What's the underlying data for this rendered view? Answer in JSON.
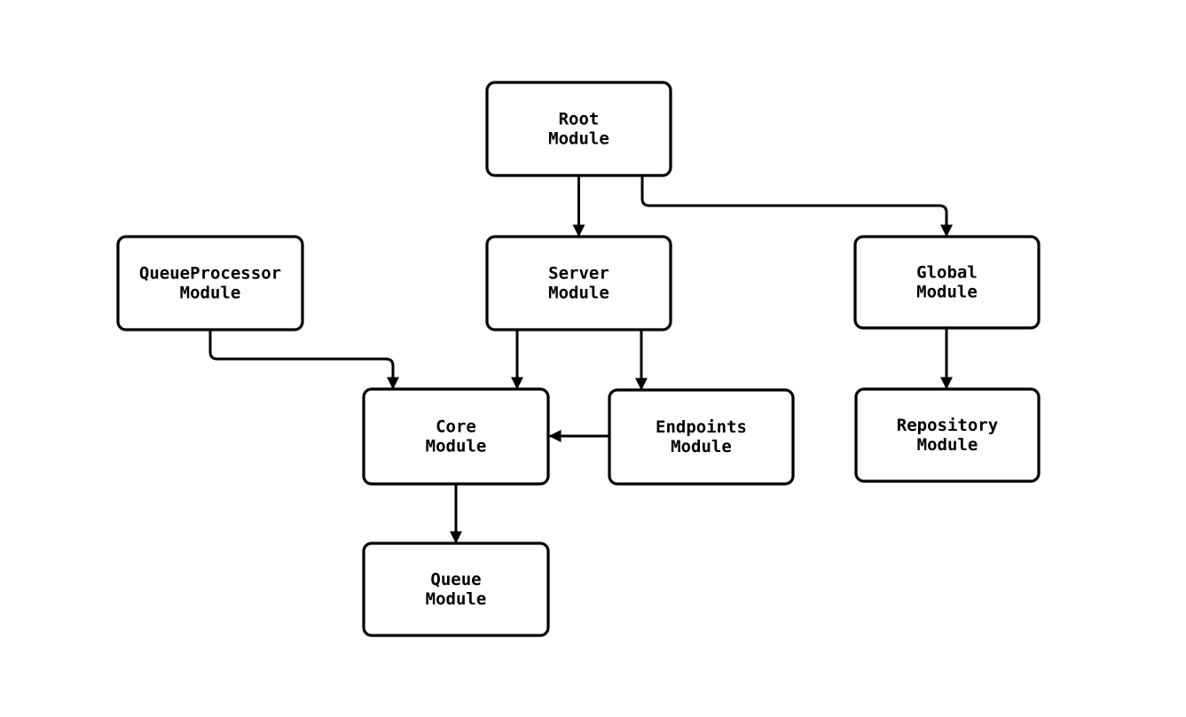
{
  "diagram": {
    "background_color": "#ffffff",
    "node_fill_color": "#ffffff",
    "node_stroke_color": "#000000",
    "edge_color": "#000000",
    "text_color": "#000000",
    "nodes": [
      {
        "id": "root",
        "lines": [
          "Root",
          "Module"
        ]
      },
      {
        "id": "server",
        "lines": [
          "Server",
          "Module"
        ]
      },
      {
        "id": "queueprocessor",
        "lines": [
          "QueueProcessor",
          "Module"
        ]
      },
      {
        "id": "global",
        "lines": [
          "Global",
          "Module"
        ]
      },
      {
        "id": "core",
        "lines": [
          "Core",
          "Module"
        ]
      },
      {
        "id": "endpoints",
        "lines": [
          "Endpoints",
          "Module"
        ]
      },
      {
        "id": "repository",
        "lines": [
          "Repository",
          "Module"
        ]
      },
      {
        "id": "queue",
        "lines": [
          "Queue",
          "Module"
        ]
      }
    ],
    "edges": [
      {
        "from": "root",
        "to": "server"
      },
      {
        "from": "root",
        "to": "global"
      },
      {
        "from": "queueprocessor",
        "to": "core"
      },
      {
        "from": "server",
        "to": "core"
      },
      {
        "from": "server",
        "to": "endpoints"
      },
      {
        "from": "endpoints",
        "to": "core"
      },
      {
        "from": "global",
        "to": "repository"
      },
      {
        "from": "core",
        "to": "queue"
      }
    ]
  }
}
